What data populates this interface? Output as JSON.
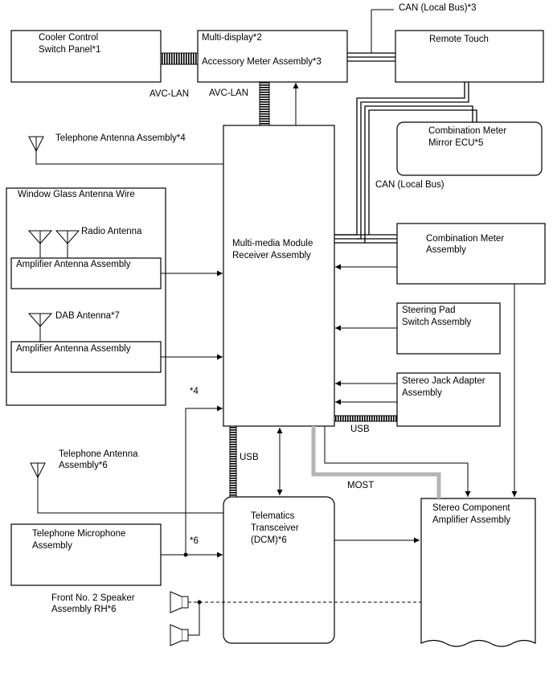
{
  "boxes": {
    "cooler": [
      "Cooler Control",
      "Switch Panel*1"
    ],
    "multi_display": [
      "Multi-display*2",
      "Accessory Meter Assembly*3"
    ],
    "remote_touch": [
      "Remote Touch"
    ],
    "comb_mirror": [
      "Combination Meter",
      "Mirror ECU*5"
    ],
    "comb_meter": [
      "Combination Meter",
      "Assembly"
    ],
    "steering": [
      "Steering Pad",
      "Switch Assembly"
    ],
    "stereo_jack": [
      "Stereo Jack Adapter",
      "Assembly"
    ],
    "receiver": [
      "Multi-media Module",
      "Receiver Assembly"
    ],
    "window_glass": [
      "Window Glass Antenna Wire"
    ],
    "amp1": [
      "Amplifier Antenna Assembly"
    ],
    "amp2": [
      "Amplifier Antenna Assembly"
    ],
    "telematics": [
      "Telematics",
      "Transceiver",
      "(DCM)*6"
    ],
    "stereo_comp": [
      "Stereo Component",
      "Amplifier Assembly"
    ],
    "tel_mic": [
      "Telephone Microphone",
      "Assembly"
    ]
  },
  "labels": {
    "can_local_bus_3": "CAN (Local Bus)*3",
    "can_local_bus": "CAN (Local Bus)",
    "avc_lan_1": "AVC-LAN",
    "avc_lan_2": "AVC-LAN",
    "tel_ant_4": "Telephone Antenna Assembly*4",
    "radio_antenna": "Radio Antenna",
    "dab_antenna": "DAB Antenna*7",
    "note_4": "*4",
    "usb_1": "USB",
    "usb_2": "USB",
    "most": "MOST",
    "note_6": "*6",
    "tel_ant_6": [
      "Telephone Antenna",
      "Assembly*6"
    ],
    "front_speaker": [
      "Front No. 2 Speaker",
      "Assembly RH*6"
    ]
  }
}
